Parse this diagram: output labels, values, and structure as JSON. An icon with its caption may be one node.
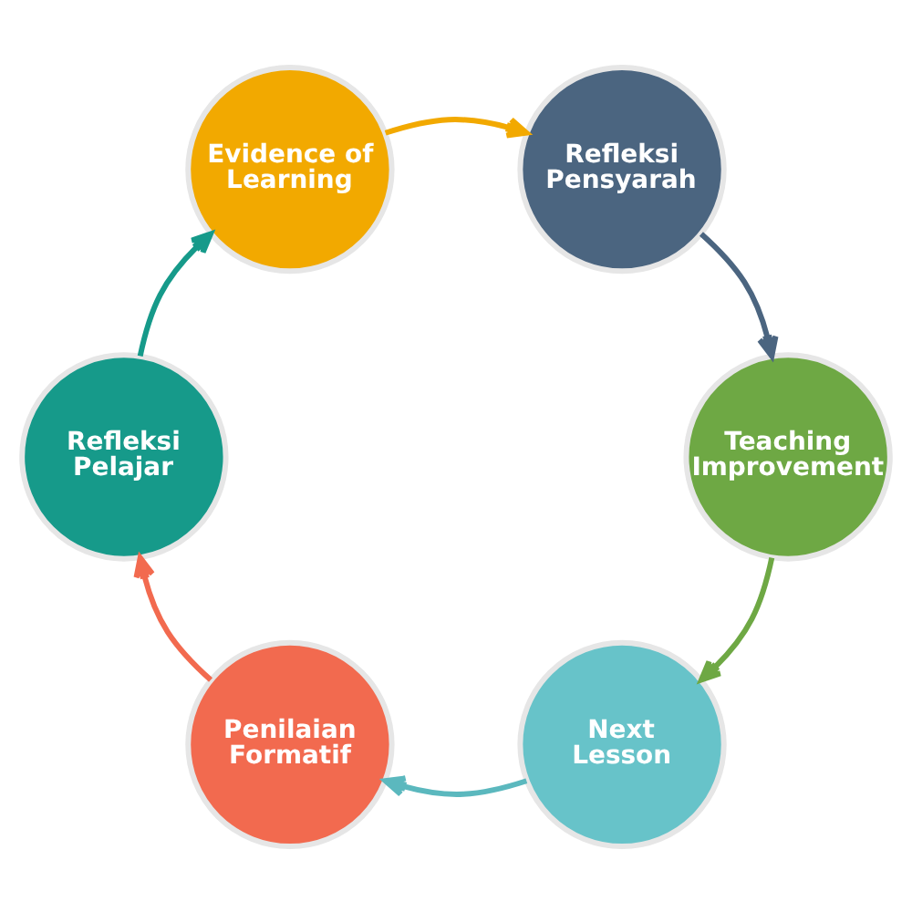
{
  "diagram": {
    "nodes": [
      {
        "text": [
          "Penilaian Formatif"
        ]
      },
      {
        "text": [
          "Refleksi Pelajar"
        ]
      },
      {
        "text": [
          "Evidence of Learning"
        ]
      },
      {
        "text": [
          "Refleksi Pensyarah"
        ]
      },
      {
        "text": [
          "Teaching Improvement"
        ]
      },
      {
        "text": [
          "Next Lesson"
        ]
      }
    ],
    "edges": [
      {
        "from": 0,
        "to": 1,
        "arrow": "to",
        "color": "#f26a4f"
      },
      {
        "from": 1,
        "to": 2,
        "arrow": "to",
        "color": "#169a8a"
      },
      {
        "from": 2,
        "to": 3,
        "arrow": "to",
        "color": "#f2a900"
      },
      {
        "from": 3,
        "to": 4,
        "arrow": "to",
        "color": "#4b6580"
      },
      {
        "from": 4,
        "to": 5,
        "arrow": "to",
        "color": "#6ea844"
      },
      {
        "from": 5,
        "to": 0,
        "arrow": "to",
        "color": "#5bb8be"
      }
    ]
  }
}
